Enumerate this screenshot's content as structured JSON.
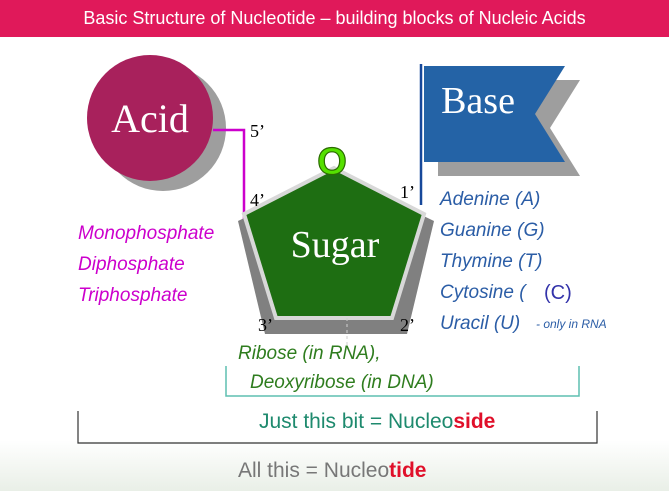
{
  "title": "Basic Structure of Nucleotide – building blocks of Nucleic Acids",
  "acid": {
    "label": "Acid",
    "phosphates": [
      "Monophosphate",
      "Diphosphate",
      "Triphosphate"
    ]
  },
  "sugar": {
    "label": "Sugar",
    "ring_oxygen": "O",
    "carbons": {
      "c5": "5’",
      "c4": "4’",
      "c1": "1’",
      "c3": "3’",
      "c2": "2’"
    },
    "types": {
      "ribose": "Ribose (in RNA),",
      "deoxyribose": "Deoxyribose (in DNA)"
    }
  },
  "base": {
    "label": "Base",
    "bases": [
      "Adenine (A)",
      "Guanine (G)",
      "Thymine (T)",
      "Cytosine (",
      "Uracil (U)"
    ],
    "cytosine_symbol": "(C)",
    "uracil_note": "- only in RNA"
  },
  "nucleoside": {
    "prefix": "Just this bit = Nucleo",
    "suffix": "side"
  },
  "nucleotide": {
    "prefix": "All this = Nucleo",
    "suffix": "tide"
  },
  "colors": {
    "title_bg": "#e0195a",
    "acid": "#a8215c",
    "phosphate_text": "#cc00cc",
    "sugar": "#1e6e12",
    "sugar_text": "#2f7d1f",
    "ring_oxygen": "#55e000",
    "base": "#2463a6",
    "base_text": "#2b5da6",
    "cytosine_symbol": "#3333aa",
    "nucleoside_text": "#1e8a6e",
    "bracket_teal": "#5fbfb0",
    "highlight_red": "#e0102a",
    "nucleotide_text": "#777777"
  }
}
